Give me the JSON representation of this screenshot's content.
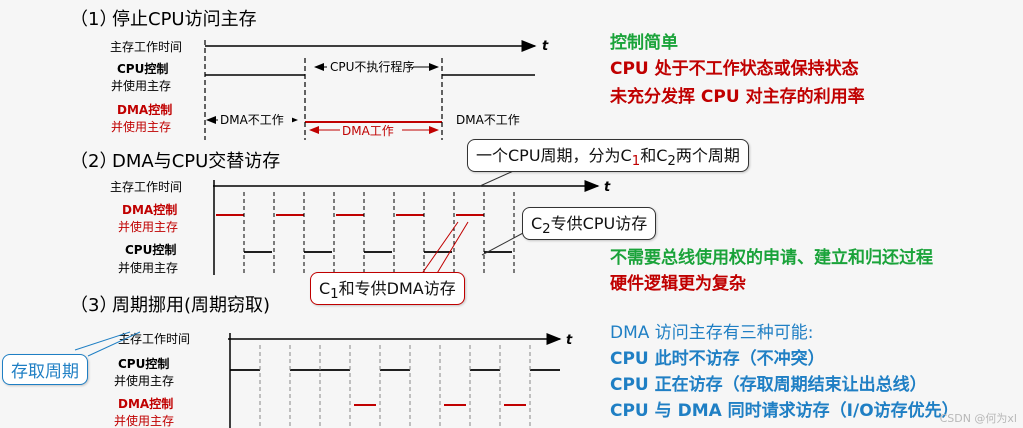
{
  "sections": [
    {
      "num": "（1）",
      "title": "停止CPU访问主存"
    },
    {
      "num": "（2）",
      "title": "DMA与CPU交替访存"
    },
    {
      "num": "（3）",
      "title": "周期挪用(周期窃取)"
    }
  ],
  "labels": {
    "main_time": "主存工作时间",
    "t": "t",
    "cpu_ctrl": "CPU控制",
    "use_mem": "并使用主存",
    "dma_ctrl": "DMA控制",
    "cpu_not_exec": "CPU不执行程序",
    "dma_idle_left": "DMA不工作",
    "dma_work": "DMA工作",
    "dma_idle_right": "DMA不工作"
  },
  "notes1": {
    "heading": "控制简单",
    "line1": "CPU 处于不工作状态或保持状态",
    "line2": "未充分发挥 CPU 对主存的利用率"
  },
  "notes2": {
    "line1": "不需要总线使用权的申请、建立和归还过程",
    "line2": "硬件逻辑更为复杂"
  },
  "notes3": {
    "heading": "DMA 访问主存有三种可能:",
    "line1": "CPU 此时不访存（不冲突）",
    "line2": "CPU 正在访存（存取周期结束让出总线）",
    "line3": "CPU 与 DMA 同时请求访存（I/O访存优先）"
  },
  "callouts": {
    "cpu_cycle_pre": "一个CPU周期，分为C",
    "cpu_cycle_mid": "和C",
    "cpu_cycle_post": "两个周期",
    "c2_pre": "C",
    "c2_post": "专供CPU访存",
    "c1_pre": "C",
    "c1_post": "和专供DMA访存",
    "sub1": "1",
    "sub2": "2",
    "access_cycle": "存取周期"
  },
  "watermark": "CSDN @何为xl",
  "colors": {
    "red": "#c00000",
    "green": "#1aa33a",
    "blue": "#1f7fc4"
  }
}
